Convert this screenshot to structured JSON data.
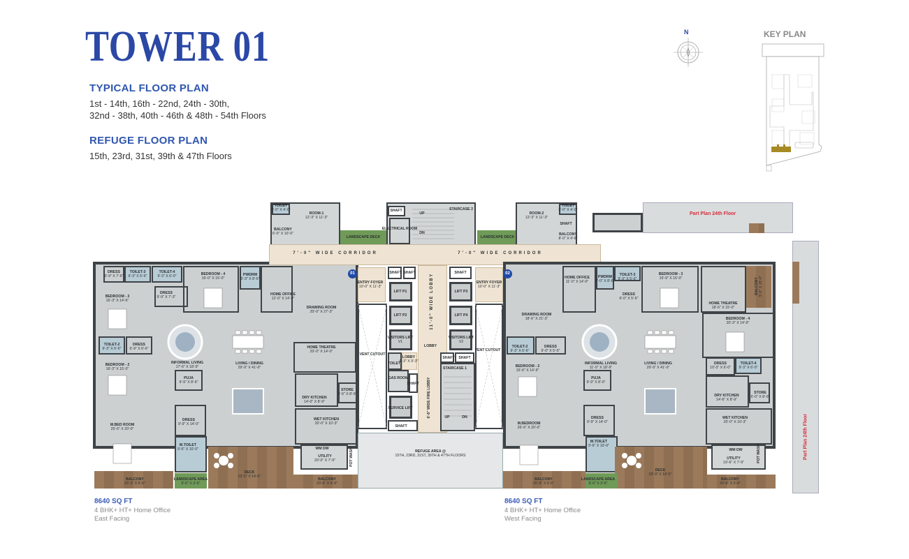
{
  "header": {
    "title": "TOWER 01",
    "typical_heading": "TYPICAL FLOOR PLAN",
    "typical_floors_line1": "1st - 14th, 16th - 22nd, 24th - 30th,",
    "typical_floors_line2": "32nd - 38th, 40th - 46th & 48th - 54th Floors",
    "refuge_heading": "REFUGE FLOOR PLAN",
    "refuge_floors": "15th, 23rd, 31st, 39th & 47th Floors"
  },
  "compass": {
    "label": "N",
    "icon": "compass-rose-icon"
  },
  "key_plan": {
    "title": "KEY PLAN",
    "highlight_color": "#a88a24"
  },
  "part_plan": {
    "top_label": "Part Plan 24th Floor",
    "side_label": "Part Plan 24th Floor"
  },
  "colors": {
    "brand": "#2b48a6",
    "part_plan_text": "#d2303c",
    "deck": "#9b7a5b",
    "landscape": "#6f9a58"
  },
  "core": {
    "labels": [
      {
        "name": "TOILET",
        "dim": "8'-0\" X 4'-0\""
      },
      {
        "name": "ROOM-1",
        "dim": "12'-3\" X 11'-3\""
      },
      {
        "name": "BALCONY",
        "dim": "6'-0\" X 10'-0\""
      },
      {
        "name": "SHAFT",
        "dim": ""
      },
      {
        "name": "ELECTRICAL ROOM",
        "dim": ""
      },
      {
        "name": "UP",
        "dim": ""
      },
      {
        "name": "DN",
        "dim": ""
      },
      {
        "name": "STAIRCASE 2",
        "dim": ""
      },
      {
        "name": "ROOM-2",
        "dim": "12'-3\" X 11'-3\""
      },
      {
        "name": "TOILET",
        "dim": "8'-0\" X 4'-0\""
      },
      {
        "name": "SHAFT",
        "dim": ""
      },
      {
        "name": "BALCONY",
        "dim": "8'-0\" X 4'-6\""
      },
      {
        "name": "LANDSCAPE DECK",
        "dim": ""
      },
      {
        "name": "LANDSCAPE DECK",
        "dim": ""
      },
      {
        "name": "ENTRY FOYER",
        "dim": "10'-0\" X 11'-3\""
      },
      {
        "name": "ENTRY FOYER",
        "dim": "10'-0\" X 11'-3\""
      },
      {
        "name": "SHAFT",
        "dim": ""
      },
      {
        "name": "SHAFT",
        "dim": ""
      },
      {
        "name": "SHAFT",
        "dim": ""
      },
      {
        "name": "LIFT P1",
        "dim": ""
      },
      {
        "name": "LIFT P2",
        "dim": ""
      },
      {
        "name": "LIFT P3",
        "dim": ""
      },
      {
        "name": "LIFT P4",
        "dim": ""
      },
      {
        "name": "VISITORS LIFT",
        "dim": "V1"
      },
      {
        "name": "LOBBY",
        "dim": ""
      },
      {
        "name": "VISITORS LIFT",
        "dim": "V2"
      },
      {
        "name": "VENT CUTOUT",
        "dim": ""
      },
      {
        "name": "VENT CUTOUT",
        "dim": ""
      },
      {
        "name": "TOILET",
        "dim": ""
      },
      {
        "name": "LOBBY",
        "dim": "6'-3\" X 9'-3\""
      },
      {
        "name": "SHAFT",
        "dim": ""
      },
      {
        "name": "SHAFT",
        "dim": ""
      },
      {
        "name": "STAIRCASE 1",
        "dim": ""
      },
      {
        "name": "GAS ROOM",
        "dim": ""
      },
      {
        "name": "SHAFT",
        "dim": ""
      },
      {
        "name": "SERVICE LIFT",
        "dim": ""
      },
      {
        "name": "UP",
        "dim": ""
      },
      {
        "name": "DN",
        "dim": ""
      },
      {
        "name": "SHAFT",
        "dim": ""
      },
      {
        "name": "REFUGE AREA @",
        "dim": "15TH, 23RD, 31ST, 39TH & 47TH FLOORS"
      }
    ],
    "corridor_left": "7'-0\" WIDE CORRIDOR",
    "corridor_right": "7'-0\" WIDE CORRIDOR",
    "wide_lobby": "11'-0\" WIDE LOBBY",
    "fire_lobby": "6'-6\" WIDE FIRE LOBBY",
    "unit_badge_left": "01",
    "unit_badge_right": "02"
  },
  "east_unit": {
    "area": "8640 SQ FT",
    "config": "4 BHK+ HT+ Home Office",
    "facing": "East Facing",
    "wm_dw": "WM DW",
    "pot_wash": "POT WASH",
    "rooms": [
      {
        "name": "DRESS",
        "dim": "6'-9\" X 7'-6\""
      },
      {
        "name": "TOILET-3",
        "dim": "9'-3\" X 5'-6\""
      },
      {
        "name": "TOILET-4",
        "dim": "9'-3\" X 6'-0\""
      },
      {
        "name": "BEDROOM - 4",
        "dim": "16'-0\" X 15'-0\""
      },
      {
        "name": "PWDRM",
        "dim": "5'-3\" X 8'-6\""
      },
      {
        "name": "DRESS",
        "dim": "9'-9\" X 7'-3\""
      },
      {
        "name": "BEDROOM - 3",
        "dim": "16'-3\" X 14'-6\""
      },
      {
        "name": "HOME OFFICE",
        "dim": "12'-0\" X 14'-0\""
      },
      {
        "name": "DRAWING ROOM",
        "dim": "20'-0\" X 27'-3\""
      },
      {
        "name": "TOILET-2",
        "dim": "9'-3\" X 6'-6\""
      },
      {
        "name": "DRESS",
        "dim": "6'-9\" X 6'-6\""
      },
      {
        "name": "HOME THEATRE",
        "dim": "20'-0\" X 14'-0\""
      },
      {
        "name": "BEDROOM - 2",
        "dim": "16'-3\" X 15'-0\""
      },
      {
        "name": "INFORMAL LIVING",
        "dim": "17'-6\" X 18'-9\""
      },
      {
        "name": "LIVING / DINING",
        "dim": "29'-9\" X 41'-0\""
      },
      {
        "name": "PUJA",
        "dim": "9'-9\" X 8'-6\""
      },
      {
        "name": "STORE",
        "dim": "9'-6\" X 8'-9\""
      },
      {
        "name": "DRY KITCHEN",
        "dim": "14'-0\" X 8'-9\""
      },
      {
        "name": "DRESS",
        "dim": "9'-9\" X 14'-0\""
      },
      {
        "name": "M.BED ROOM",
        "dim": "25'-6\" X 20'-0\""
      },
      {
        "name": "WET KITCHEN",
        "dim": "20'-0\" X 10'-3\""
      },
      {
        "name": "M.TOILET",
        "dim": "9'-6\" X 10'-0\""
      },
      {
        "name": "UTILITY",
        "dim": "20'-0\" X 7'-9\""
      },
      {
        "name": "DECK",
        "dim": "23'-6\" X 14'-6\""
      },
      {
        "name": "BALCONY",
        "dim": "26'-3\" X 5'-6\""
      },
      {
        "name": "LANDSCAPE AREA",
        "dim": "9'-6\" X 3'-6\""
      },
      {
        "name": "BALCONY",
        "dim": "20'-6\" X 5'-6\""
      }
    ]
  },
  "west_unit": {
    "area": "8640 SQ FT",
    "config": "4 BHK+ HT+ Home Office",
    "facing": "West Facing",
    "wm_dw": "WM DW",
    "pot_wash": "POT WASH",
    "rooms": [
      {
        "name": "HOME OFFICE",
        "dim": "11'-0\" X 14'-0\""
      },
      {
        "name": "PWDRM",
        "dim": "5'-0\" X 8'-6\""
      },
      {
        "name": "TOILET-3",
        "dim": "9'-3\" X 5'-6\""
      },
      {
        "name": "BEDROOM - 3",
        "dim": "15'-9\" X 15'-0\""
      },
      {
        "name": "DRESS",
        "dim": "6'-0\" X 5'-6\""
      },
      {
        "name": "BALCONY",
        "dim": "5'-0\" X 15'-0\""
      },
      {
        "name": "HOME THEATRE",
        "dim": "18'-6\" X 15'-0\""
      },
      {
        "name": "DRAWING ROOM",
        "dim": "18'-6\" X 21'-3\""
      },
      {
        "name": "BEDROOM - 4",
        "dim": "20'-3\" X 14'-9\""
      },
      {
        "name": "TOILET-2",
        "dim": "9'-3\" X 6'-6\""
      },
      {
        "name": "DRESS",
        "dim": "9'-0\" X 5'-6\""
      },
      {
        "name": "INFORMAL LIVING",
        "dim": "11'-0\" X 18'-9\""
      },
      {
        "name": "LIVING / DINING",
        "dim": "29'-9\" X 41'-0\""
      },
      {
        "name": "DRESS",
        "dim": "10'-3\" X 6'-0\""
      },
      {
        "name": "TOILET-4",
        "dim": "9'-3\" X 6'-0\""
      },
      {
        "name": "BEDROOM - 2",
        "dim": "15'-6\" X 14'-9\""
      },
      {
        "name": "PUJA",
        "dim": "9'-9\" X 8'-0\""
      },
      {
        "name": "DRY KITCHEN",
        "dim": "14'-6\" X 8'-9\""
      },
      {
        "name": "STORE",
        "dim": "6'-0\" X 8'-9\""
      },
      {
        "name": "DRESS",
        "dim": "9'-9\" X 14'-0\""
      },
      {
        "name": "M.BEDROOM",
        "dim": "26'-6\" X 20'-0\""
      },
      {
        "name": "WET KITCHEN",
        "dim": "20'-0\" X 10'-3\""
      },
      {
        "name": "M.TOILET",
        "dim": "9'-6\" X 10'-0\""
      },
      {
        "name": "UTILITY",
        "dim": "19'-6\" X 7'-9\""
      },
      {
        "name": "DECK",
        "dim": "29'-9\" X 14'-5\""
      },
      {
        "name": "BALCONY",
        "dim": "26'-9\" X 5'-6\""
      },
      {
        "name": "LANDSCAPE AREA",
        "dim": "9'-6\" X 3'-6\""
      },
      {
        "name": "BALCONY",
        "dim": "20'-8\" X 5'-6\""
      }
    ]
  }
}
